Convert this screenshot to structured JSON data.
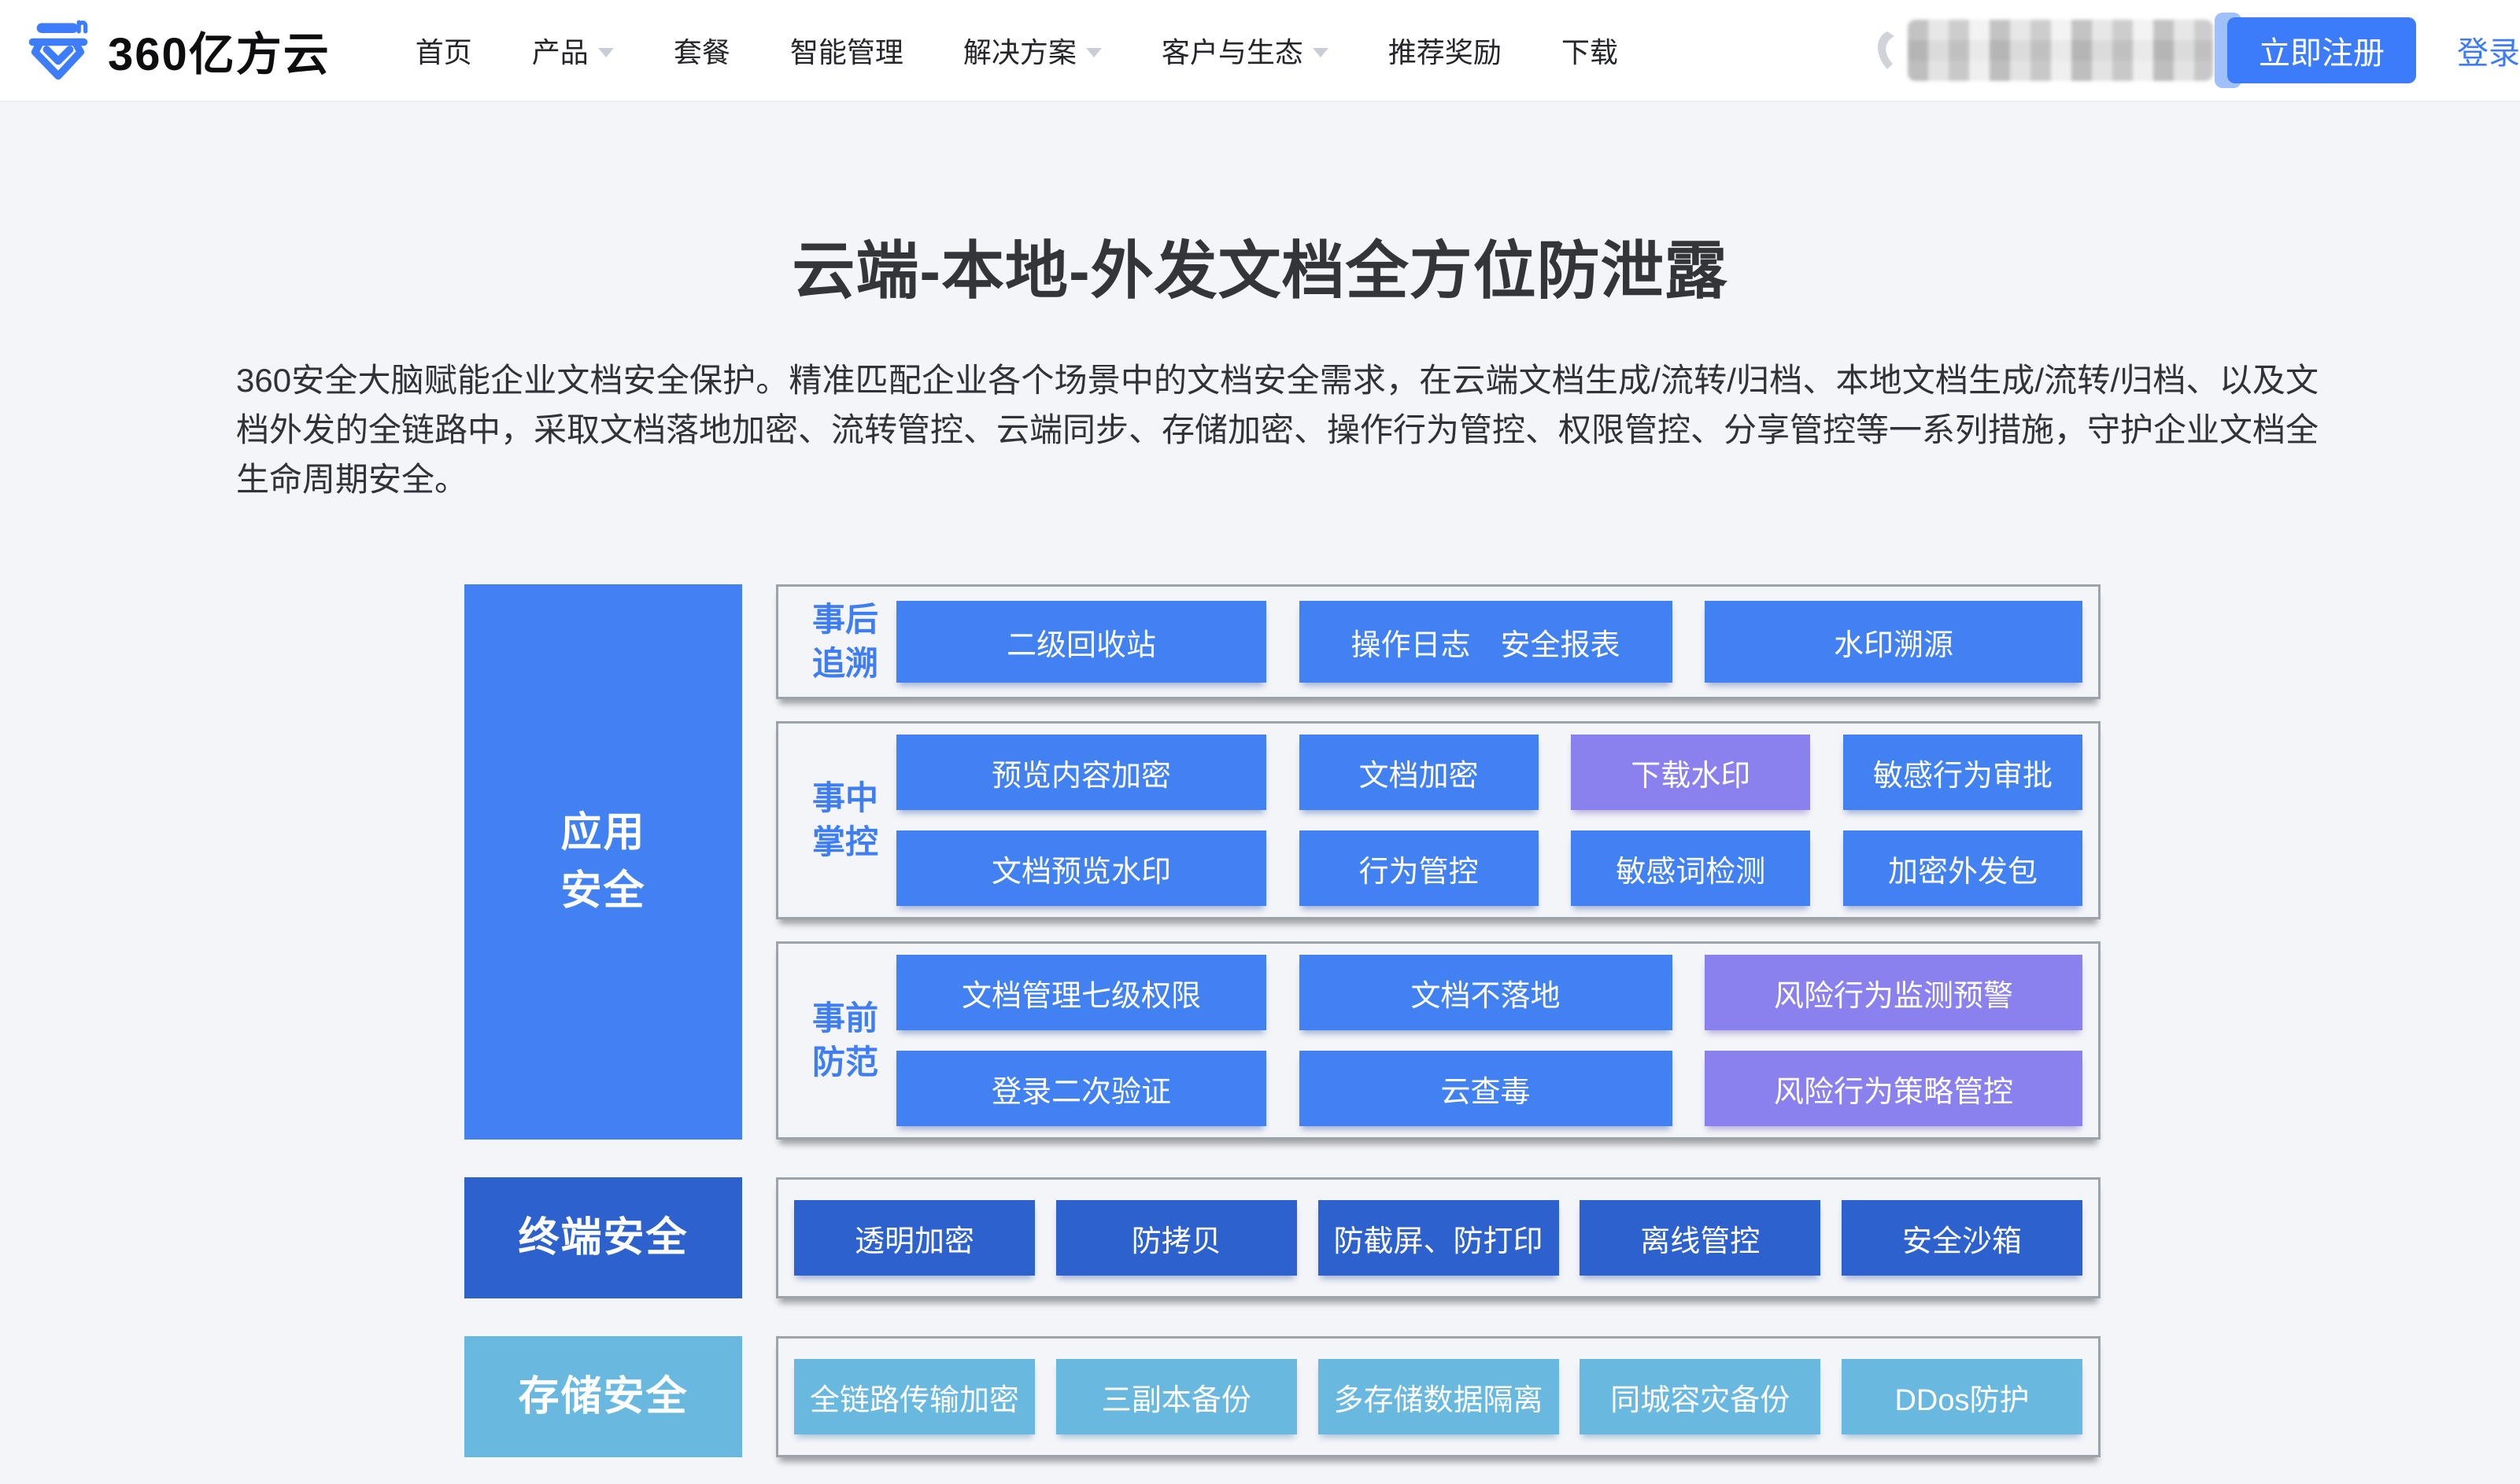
{
  "theme": {
    "accent_blue": "#3c7bfa",
    "box_blue": "#4181f1",
    "box_dark_blue": "#2d61cd",
    "box_light_blue": "#68b8e0",
    "box_purple": "#8a80ee",
    "section_label": "#3f7ef2",
    "page_bg": "#f4f5f9"
  },
  "header": {
    "logo_text": "360亿方云",
    "nav": [
      {
        "label": "首页"
      },
      {
        "label": "产品"
      },
      {
        "label": "套餐"
      },
      {
        "label": "智能管理"
      },
      {
        "label": "解决方案"
      },
      {
        "label": "客户与生态"
      },
      {
        "label": "推荐奖励"
      },
      {
        "label": "下载"
      }
    ],
    "register_label": "立即注册",
    "login_label": "登录"
  },
  "hero": {
    "title": "云端-本地-外发文档全方位防泄露",
    "description": "360安全大脑赋能企业文档安全保护。精准匹配企业各个场景中的文档安全需求，在云端文档生成/流转/归档、本地文档生成/流转/归档、以及文档外发的全链路中，采取文档落地加密、流转管控、云端同步、存储加密、操作行为管控、权限管控、分享管控等一系列措施，守护企业文档全生命周期安全。"
  },
  "diagram": {
    "categories": [
      {
        "name": "应用安全",
        "lines": [
          "应用",
          "安全"
        ]
      },
      {
        "name": "终端安全"
      },
      {
        "name": "存储安全"
      }
    ],
    "app_groups": [
      {
        "label_lines": [
          "事后",
          "追溯"
        ],
        "rows": [
          [
            {
              "t": "二级回收站"
            },
            {
              "t": "操作日志　安全报表"
            },
            {
              "t": "水印溯源"
            }
          ]
        ]
      },
      {
        "label_lines": [
          "事中",
          "掌控"
        ],
        "rows": [
          [
            {
              "t": "预览内容加密"
            },
            {
              "t": "文档加密"
            },
            {
              "t": "下载水印"
            },
            {
              "t": "敏感行为审批"
            }
          ],
          [
            {
              "t": "文档预览水印"
            },
            {
              "t": "行为管控"
            },
            {
              "t": "敏感词检测"
            },
            {
              "t": "加密外发包"
            }
          ]
        ]
      },
      {
        "label_lines": [
          "事前",
          "防范"
        ],
        "rows": [
          [
            {
              "t": "文档管理七级权限"
            },
            {
              "t": "文档不落地"
            },
            {
              "t": "风险行为监测预警"
            }
          ],
          [
            {
              "t": "登录二次验证"
            },
            {
              "t": "云查毒"
            },
            {
              "t": "风险行为策略管控"
            }
          ]
        ]
      }
    ],
    "terminal_boxes": [
      "透明加密",
      "防拷贝",
      "防截屏、防打印",
      "离线管控",
      "安全沙箱"
    ],
    "storage_boxes": [
      "全链路传输加密",
      "三副本备份",
      "多存储数据隔离",
      "同城容灾备份",
      "DDos防护"
    ]
  }
}
